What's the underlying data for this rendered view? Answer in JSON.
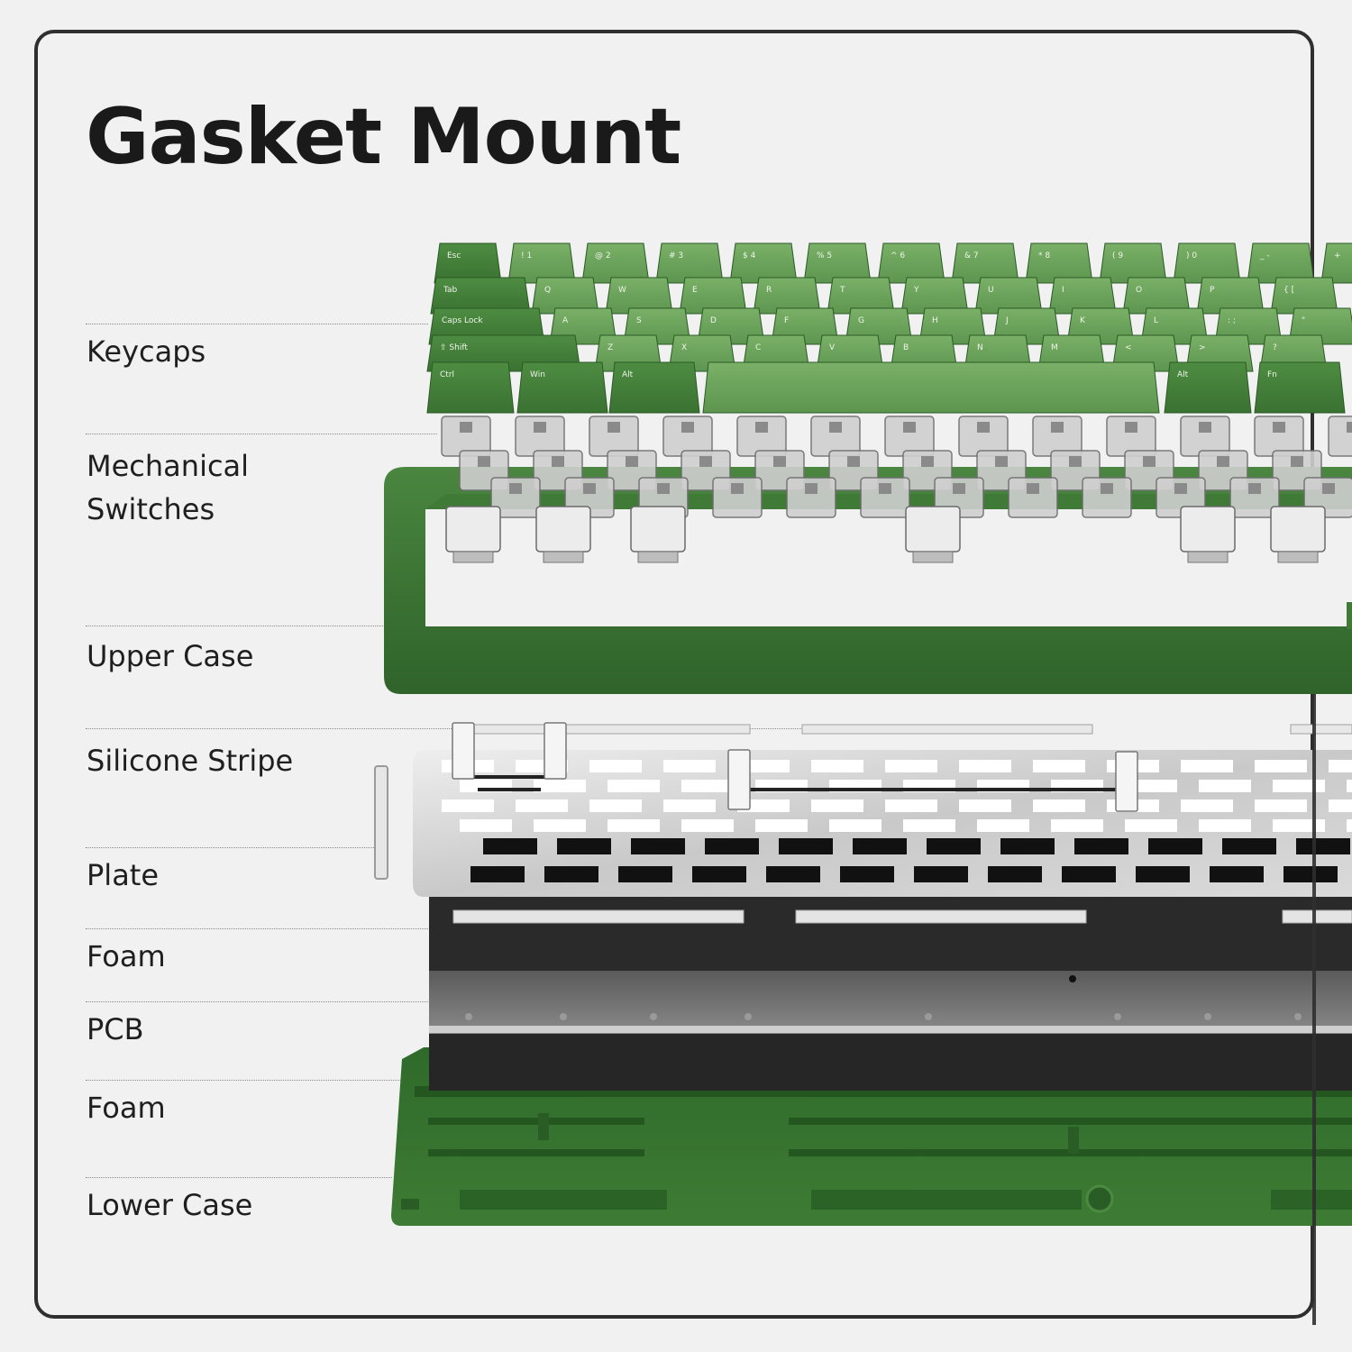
{
  "title": "Gasket Mount",
  "layers": [
    {
      "key": "keycaps",
      "label": "Keycaps"
    },
    {
      "key": "switches",
      "label": "Mechanical",
      "label2": "Switches"
    },
    {
      "key": "upper_case",
      "label": "Upper Case"
    },
    {
      "key": "silicone",
      "label": "Silicone Stripe"
    },
    {
      "key": "plate",
      "label": "Plate"
    },
    {
      "key": "foam1",
      "label": "Foam"
    },
    {
      "key": "pcb",
      "label": "PCB"
    },
    {
      "key": "foam2",
      "label": "Foam"
    },
    {
      "key": "lower_case",
      "label": "Lower Case"
    }
  ],
  "keycaps": {
    "row0": [
      "Esc",
      "! 1",
      "@ 2",
      "# 3",
      "$ 4",
      "% 5",
      "^ 6",
      "& 7",
      "* 8",
      "( 9",
      ") 0",
      "_ -",
      "+"
    ],
    "row1": [
      "Tab",
      "Q",
      "W",
      "E",
      "R",
      "T",
      "Y",
      "U",
      "I",
      "O",
      "P",
      "{ ["
    ],
    "row2": [
      "Caps Lock",
      "A",
      "S",
      "D",
      "F",
      "G",
      "H",
      "J",
      "K",
      "L",
      ": ;",
      "\""
    ],
    "row3": [
      "⇧ Shift",
      "Z",
      "X",
      "C",
      "V",
      "B",
      "N",
      "M",
      "<",
      ">",
      "?"
    ],
    "row4": [
      "Ctrl",
      "Win",
      "Alt",
      "Alt",
      "Fn"
    ]
  },
  "colors": {
    "frame": "#2f2f2f",
    "background": "#f1f1f1",
    "keycap_dark": "#3f7a36",
    "keycap_light": "#6aa058",
    "case_green": "#3b7433",
    "plate_silver": "#d4d4d4",
    "foam_black": "#2a2a2a",
    "pcb_gray": "#6d6d6d"
  }
}
